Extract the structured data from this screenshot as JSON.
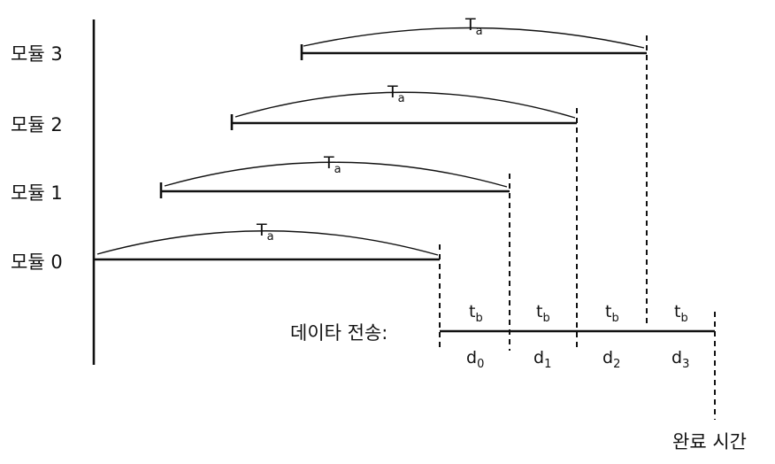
{
  "modules": [
    {
      "label": "모듈 3",
      "period_symbol": "T",
      "period_sub": "a"
    },
    {
      "label": "모듈 2",
      "period_symbol": "T",
      "period_sub": "a"
    },
    {
      "label": "모듈 1",
      "period_symbol": "T",
      "period_sub": "a"
    },
    {
      "label": "모듈 0",
      "period_symbol": "T",
      "period_sub": "a"
    }
  ],
  "transfer": {
    "label": "데이타 전송:",
    "segments": [
      {
        "top_symbol": "t",
        "top_sub": "b",
        "bottom_symbol": "d",
        "bottom_sub": "0"
      },
      {
        "top_symbol": "t",
        "top_sub": "b",
        "bottom_symbol": "d",
        "bottom_sub": "1"
      },
      {
        "top_symbol": "t",
        "top_sub": "b",
        "bottom_symbol": "d",
        "bottom_sub": "2"
      },
      {
        "top_symbol": "t",
        "top_sub": "b",
        "bottom_symbol": "d",
        "bottom_sub": "3"
      }
    ]
  },
  "completion_label": "완료 시간"
}
